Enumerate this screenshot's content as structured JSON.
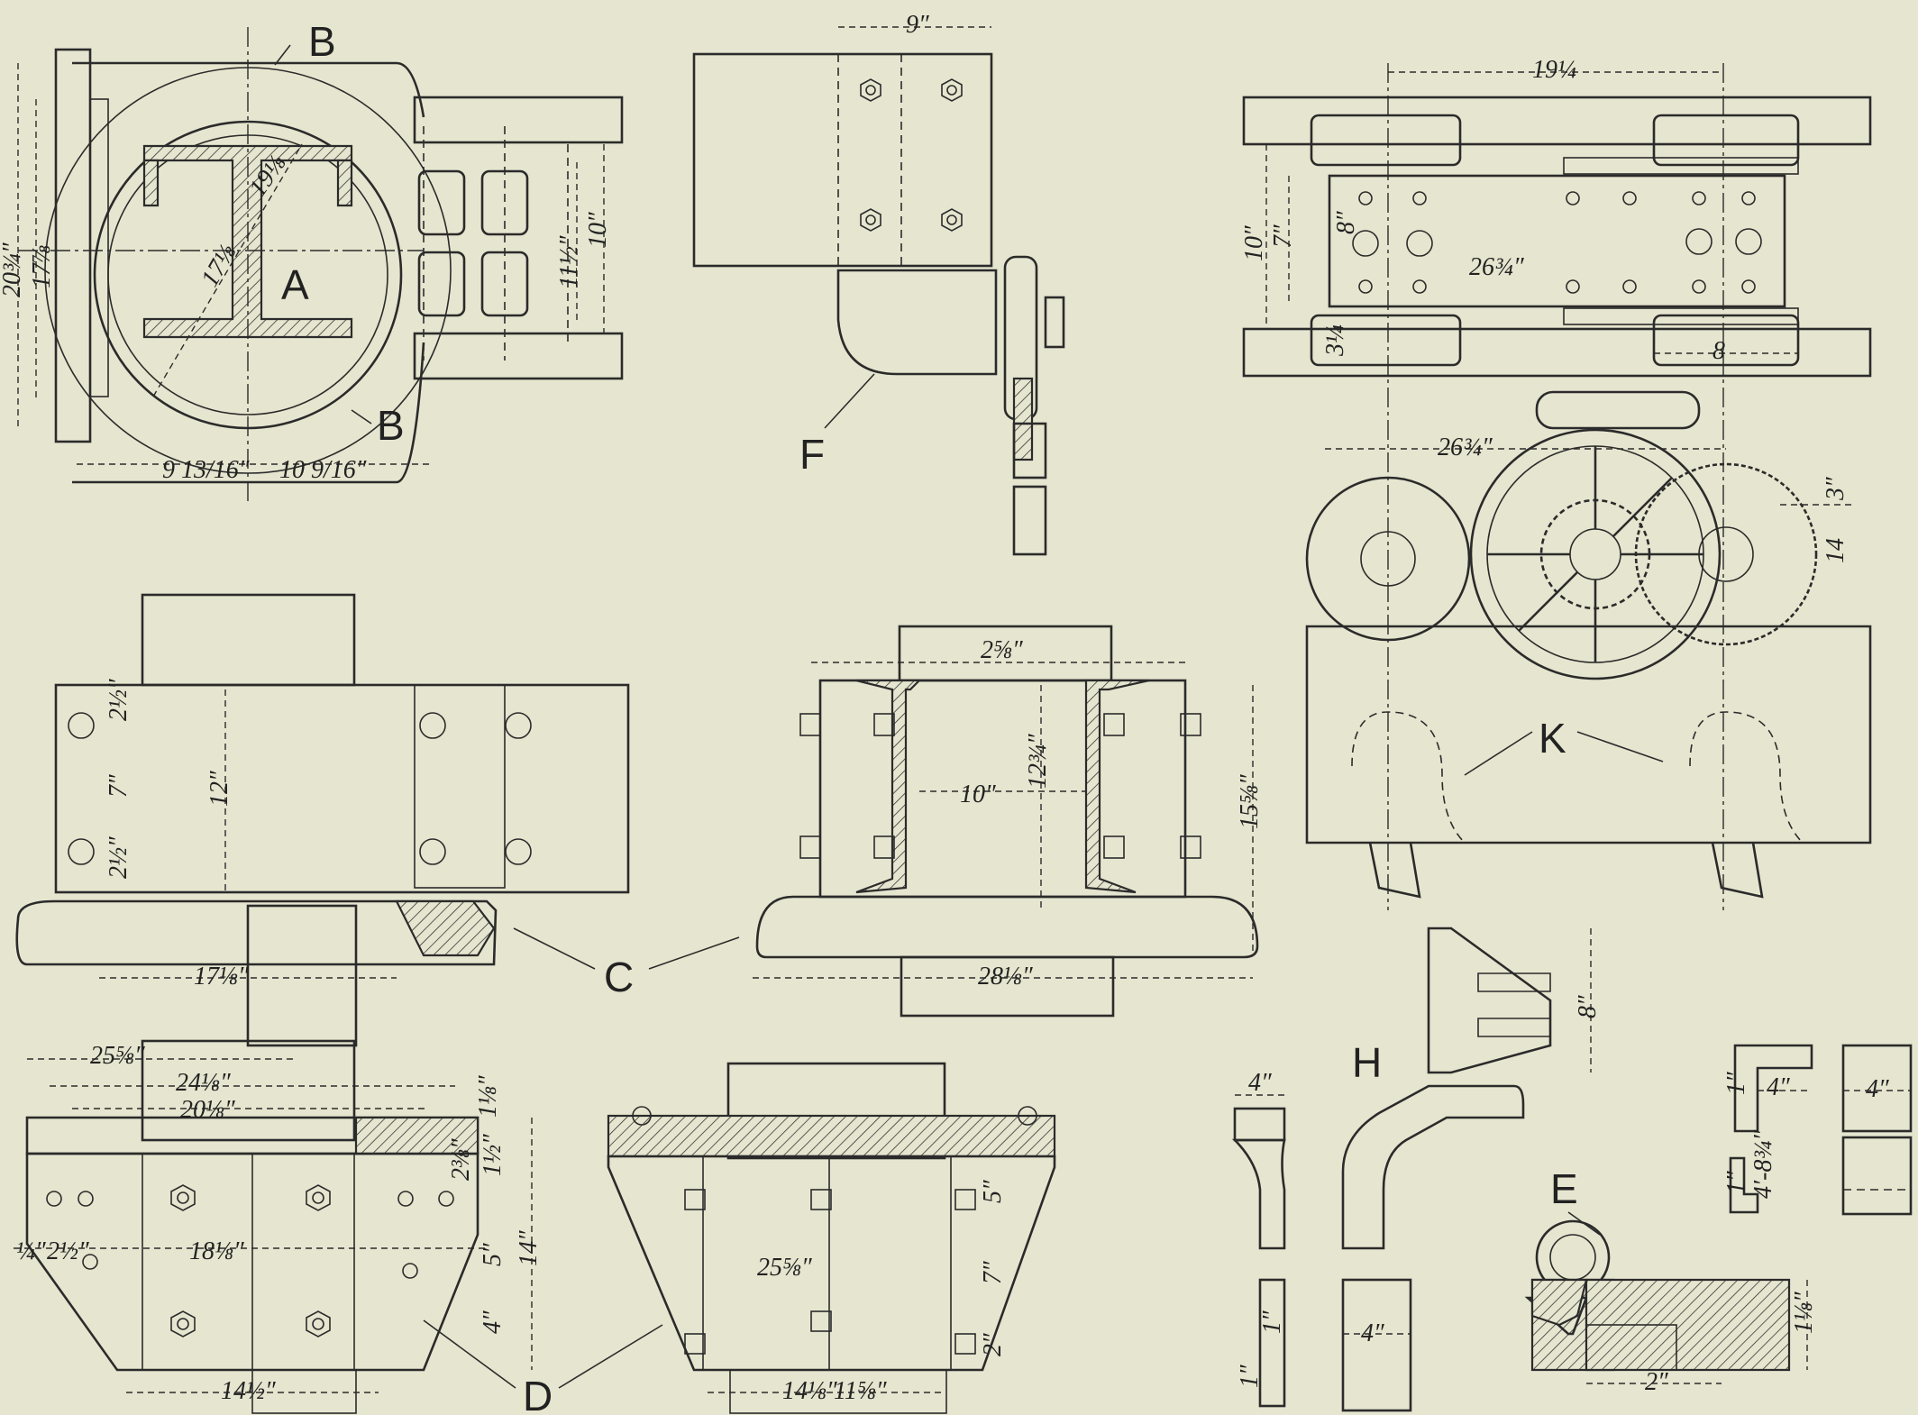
{
  "labels": {
    "a": "A",
    "b": "B",
    "c": "C",
    "d": "D",
    "e": "E",
    "f": "F",
    "h": "H",
    "k": "K"
  },
  "dims": {
    "hanger_top_width": "9″",
    "carriage_span": "19¼",
    "carriage_height": "10″",
    "carriage_inner": "7″",
    "carriage_bolt": "8″",
    "carriage_length": "26¾″",
    "carriage_flange": "3¼",
    "carriage_gear": "8",
    "elev_length": "26¾″",
    "elev_gear_a": "3″",
    "elev_gear_b": "14",
    "trolley_height": "20¾″",
    "trolley_inner": "17⅞",
    "trolley_flange": "11½″",
    "trolley_depth": "10″",
    "trolley_radius": "19⅛",
    "trolley_diag": "17⅛",
    "trolley_left": "9 13/16″",
    "trolley_right": "10 9/16″",
    "side_top": "2½″",
    "side_mid": "7″",
    "side_bot": "2½″",
    "side_height": "12″",
    "side_shoe": "17⅛″",
    "front_width": "2⅝″",
    "front_inner": "10″",
    "front_height": "12¾″",
    "front_overall": "15⅝″",
    "front_base": "28⅛″",
    "d_overall": "25⅝″",
    "d_upper": "24⅛″",
    "d_inner": "20⅛″",
    "d_right_a": "1⅛″",
    "d_right_b": "2⅜″",
    "d_right_c": "1½″",
    "d_small": "¼″",
    "d_left": "2½″",
    "d_mid": "18⅛″",
    "d_height": "14″",
    "d_five": "5″",
    "d_four": "4″",
    "d_bottom": "14½″",
    "d2_width": "25⅝″",
    "d2_five": "5″",
    "d2_seven": "7″",
    "d2_two": "2″",
    "d2_bot_a": "14⅛″",
    "d2_bot_b": "11⅝″",
    "h_height": "8″",
    "h_bar": "4″",
    "h_one": "1″",
    "h_one_b": "1″",
    "h_four_b": "4″",
    "e_height": "1⅛″",
    "e_width": "2″",
    "r_one": "1″",
    "r_four": "4″",
    "r_four_b": "4″",
    "r_height": "4′-8¾″",
    "r_one_b": "1″"
  }
}
